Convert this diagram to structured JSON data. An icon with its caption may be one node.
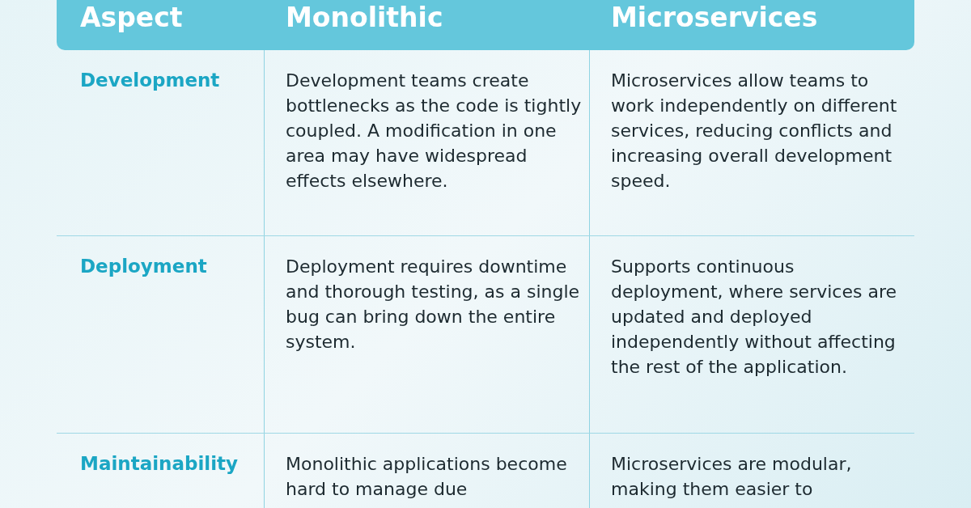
{
  "diagram": {
    "labels": [
      "Aspect",
      "Monolithic",
      "Microservices",
      "Development",
      "Development teams create bottlenecks as the code is tightly coupled. A modification in one area may have widespread effects elsewhere.",
      "Microservices allow teams to work independently on different services, reducing conflicts and increasing overall development speed.",
      "Deployment",
      "Deployment requires downtime and thorough testing, as a single bug can bring down the entire system.",
      "Supports continuous deployment, where services are updated and deployed independently without affecting the rest of the application.",
      "Maintainability",
      "Monolithic applications become hard to manage due",
      "Microservices are modular, making them easier to"
    ]
  }
}
